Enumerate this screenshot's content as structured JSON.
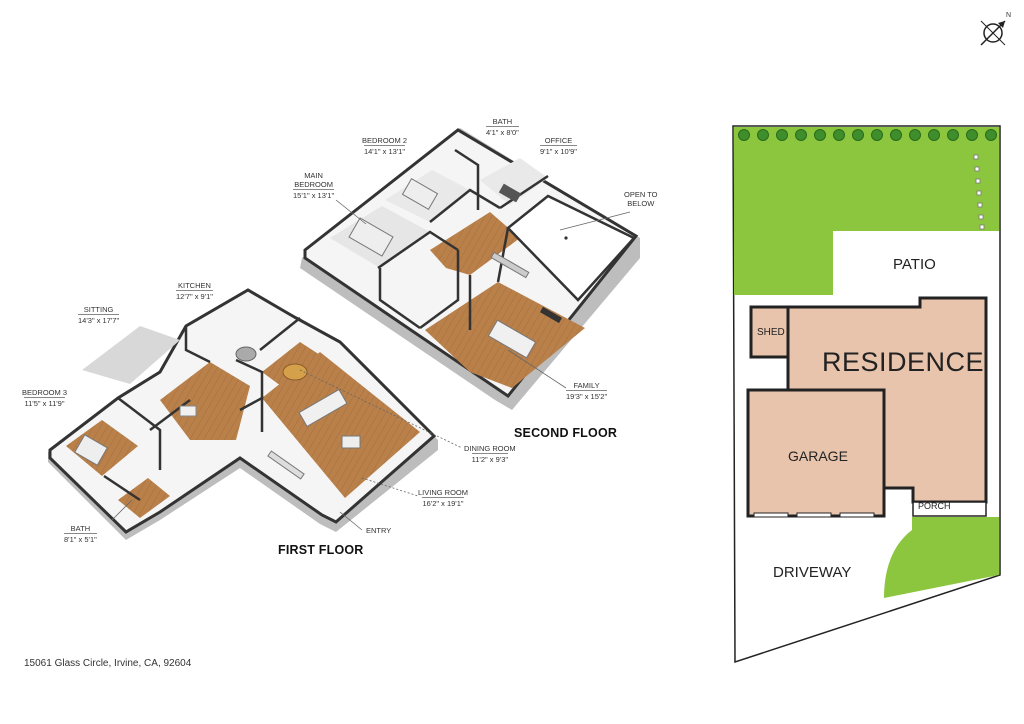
{
  "address": "15061 Glass Circle, Irvine, CA, 92604",
  "compass": {
    "letter": "N"
  },
  "floors": {
    "first": "FIRST FLOOR",
    "second": "SECOND FLOOR"
  },
  "rooms": {
    "bath_top": {
      "name": "BATH",
      "dims": "4'1\" x 8'0\""
    },
    "bedroom2": {
      "name": "BEDROOM 2",
      "dims": "14'1\" x 13'1\""
    },
    "office": {
      "name": "OFFICE",
      "dims": "9'1\" x 10'9\""
    },
    "main_bedroom": {
      "name1": "MAIN",
      "name2": "BEDROOM",
      "dims": "15'1\" x 13'1\""
    },
    "open_below": {
      "name1": "OPEN TO",
      "name2": "BELOW"
    },
    "family": {
      "name": "FAMILY",
      "dims": "19'3\" x 15'2\""
    },
    "kitchen": {
      "name": "KITCHEN",
      "dims": "12'7\" x 9'1\""
    },
    "sitting": {
      "name": "SITTING",
      "dims": "14'3\" x 17'7\""
    },
    "bedroom3": {
      "name": "BEDROOM 3",
      "dims": "11'5\" x 11'9\""
    },
    "bath_bottom": {
      "name": "BATH",
      "dims": "8'1\" x 5'1\""
    },
    "dining": {
      "name": "DINING ROOM",
      "dims": "11'2\" x 9'3\""
    },
    "living": {
      "name": "LIVING ROOM",
      "dims": "16'2\" x 19'1\""
    },
    "entry": {
      "name": "ENTRY"
    }
  },
  "site_plan": {
    "patio": "PATIO",
    "residence": "RESIDENCE",
    "shed": "SHED",
    "garage": "GARAGE",
    "porch": "PORCH",
    "driveway": "DRIVEWAY",
    "colors": {
      "lawn": "#8cc63f",
      "building": "#e8c4ad",
      "outline": "#222222",
      "tree": "#3e8e2b"
    }
  },
  "colors": {
    "wood": "#b9804a",
    "wall": "#333333",
    "wall_side": "#d9d9d9",
    "furniture": "#eeeeee"
  }
}
